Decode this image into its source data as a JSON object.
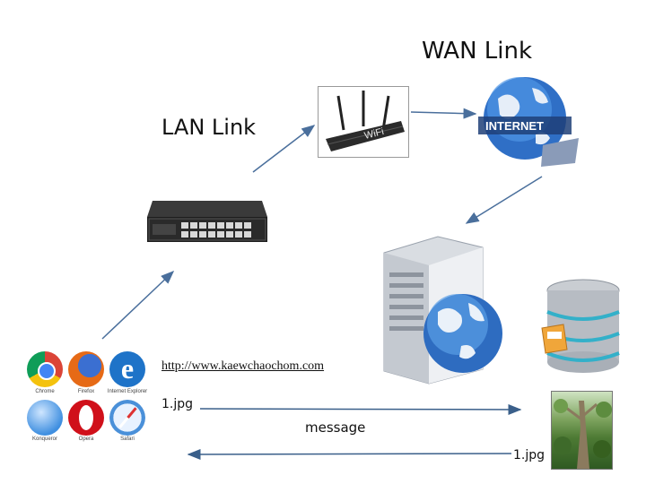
{
  "labels": {
    "wan": "WAN Link",
    "lan": "LAN Link",
    "url": "http://www.kaewchaochom.com",
    "request_file": "1.jpg",
    "message": "message",
    "response_file": "1.jpg"
  },
  "internet_badge": "INTERNET",
  "router_badge": "WiFi",
  "browsers": [
    {
      "name": "Chrome",
      "icon": "chrome-icon"
    },
    {
      "name": "Firefox",
      "icon": "firefox-icon"
    },
    {
      "name": "Internet Explorer",
      "icon": "internet-explorer-icon"
    },
    {
      "name": "Konqueror",
      "icon": "konqueror-icon"
    },
    {
      "name": "Opera",
      "icon": "opera-icon"
    },
    {
      "name": "Safari",
      "icon": "safari-icon"
    }
  ],
  "colors": {
    "arrow": "#4a6f9c"
  }
}
